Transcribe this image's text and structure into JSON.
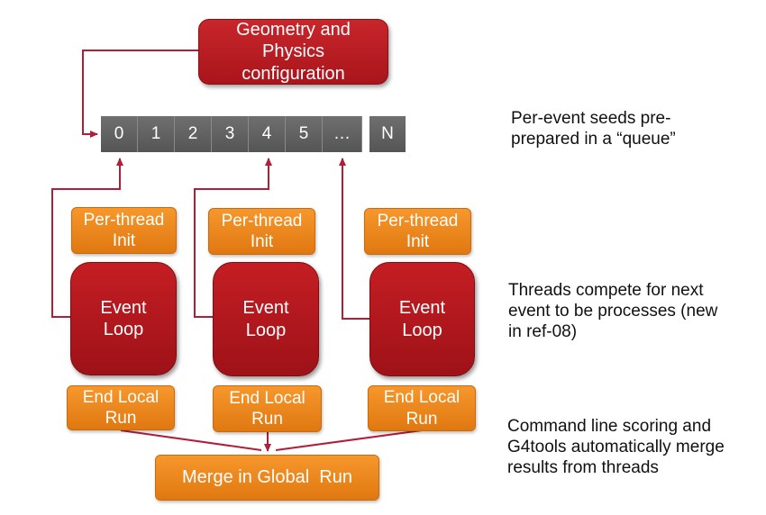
{
  "config_box": {
    "label": "Geometry and Physics configuration"
  },
  "queue": {
    "cells": [
      "0",
      "1",
      "2",
      "3",
      "4",
      "5",
      "…"
    ],
    "last_cell": "N",
    "cell_color": "#606060"
  },
  "threads": [
    {
      "init": "Per-thread Init",
      "loop": "Event Loop",
      "end": "End Local Run"
    },
    {
      "init": "Per-thread Init",
      "loop": "Event Loop",
      "end": "End Local Run"
    },
    {
      "init": "Per-thread Init",
      "loop": "Event Loop",
      "end": "End Local Run"
    }
  ],
  "merge": {
    "label": "Merge in Global  Run"
  },
  "notes": {
    "queue_note": "Per-event seeds pre-\nprepared in  a “queue”",
    "threads_note": "Threads compete for next\nevent to be processes (new\nin ref-08)",
    "merge_note": "Command line scoring and\nG4tools automatically merge\nresults from threads"
  },
  "colors": {
    "red": "#b31b21",
    "orange": "#f08a1d",
    "arrow": "#b01e3a",
    "queue": "#606060"
  }
}
